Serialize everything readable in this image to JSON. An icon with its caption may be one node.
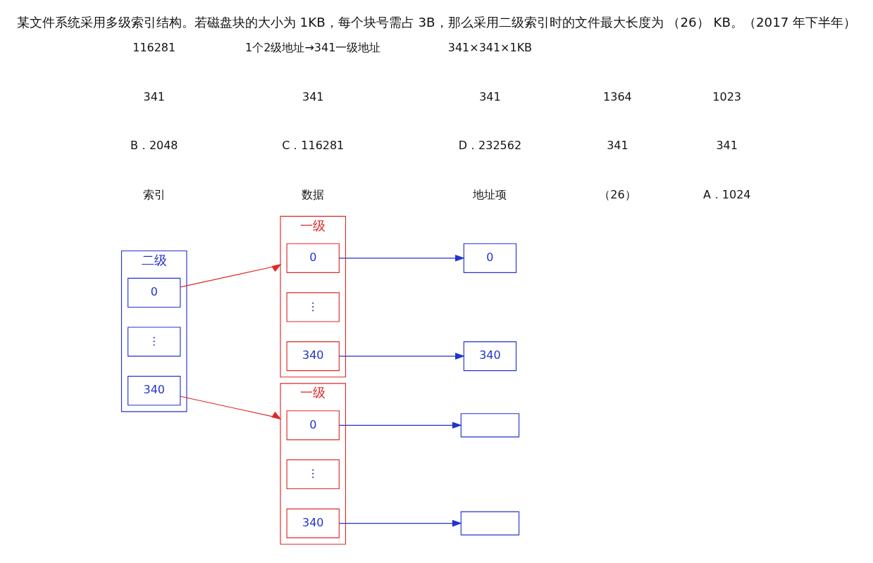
{
  "diagram": {
    "title": "某文件系统采用多级索引结构。若磁盘块的大小为 1KB，每个块号需占 3B，那么采用二级索引时的文件最大长度为 （26） KB。（2017 年下半年）",
    "nodes": [
      {
        "text": [
          "二级"
        ]
      },
      {
        "text": [
          "0"
        ],
        "in": 0
      },
      {
        "text": [
          "⋮"
        ],
        "in": 0
      },
      {
        "text": [
          "340"
        ],
        "in": 0
      },
      {
        "text": [
          "一级"
        ]
      },
      {
        "text": [
          "0"
        ],
        "in": 4
      },
      {
        "text": [
          "⋮"
        ],
        "in": 4
      },
      {
        "text": [
          "340"
        ],
        "in": 4
      },
      {
        "text": [
          "0"
        ]
      },
      {
        "text": [
          "340"
        ]
      },
      {
        "text": [
          "一级"
        ]
      },
      {
        "text": [
          "0"
        ],
        "in": 10
      },
      {
        "text": [
          "⋮"
        ],
        "in": 10
      },
      {
        "text": [
          "340"
        ],
        "in": 10
      },
      {
        "text": [],
        "shape": "box"
      },
      {
        "text": [],
        "shape": "box"
      }
    ],
    "edges": [
      {
        "from": 1,
        "to": 4,
        "arrow": "to",
        "color": "#e02828"
      },
      {
        "from": 3,
        "to": 10,
        "arrow": "to",
        "color": "#e02828"
      },
      {
        "from": 5,
        "to": 8,
        "arrow": "to"
      },
      {
        "from": 7,
        "to": 9,
        "arrow": "to"
      },
      {
        "from": 11,
        "to": 14,
        "arrow": "to"
      },
      {
        "from": 13,
        "to": 15,
        "arrow": "to"
      }
    ],
    "labels": [
      "索引",
      "数据",
      "地址项",
      "（26）",
      "A．1024",
      "B．2048",
      "C．116281",
      "D．232562",
      "341",
      "341",
      "341",
      "341",
      "341",
      "1364",
      "1023",
      "116281",
      "1个2级地址→341一级地址",
      "341×341×1KB"
    ]
  }
}
